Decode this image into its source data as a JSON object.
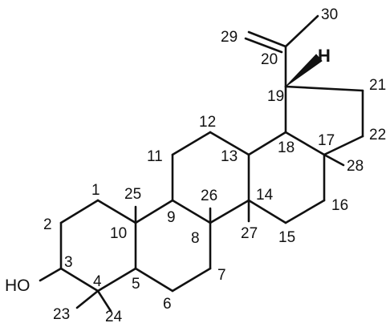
{
  "molecule": {
    "hydroxyl_label": "HO",
    "hydrogen_label": "H",
    "locants": {
      "c1": "1",
      "c2": "2",
      "c3": "3",
      "c4": "4",
      "c5": "5",
      "c6": "6",
      "c7": "7",
      "c8": "8",
      "c9": "9",
      "c10": "10",
      "c11": "11",
      "c12": "12",
      "c13": "13",
      "c14": "14",
      "c15": "15",
      "c16": "16",
      "c17": "17",
      "c18": "18",
      "c19": "19",
      "c20": "20",
      "c21": "21",
      "c22": "22",
      "c23": "23",
      "c24": "24",
      "c25": "25",
      "c26": "26",
      "c27": "27",
      "c28": "28",
      "c29": "29",
      "c30": "30"
    }
  },
  "colors": {
    "ink": "#111111",
    "background": "#ffffff"
  }
}
